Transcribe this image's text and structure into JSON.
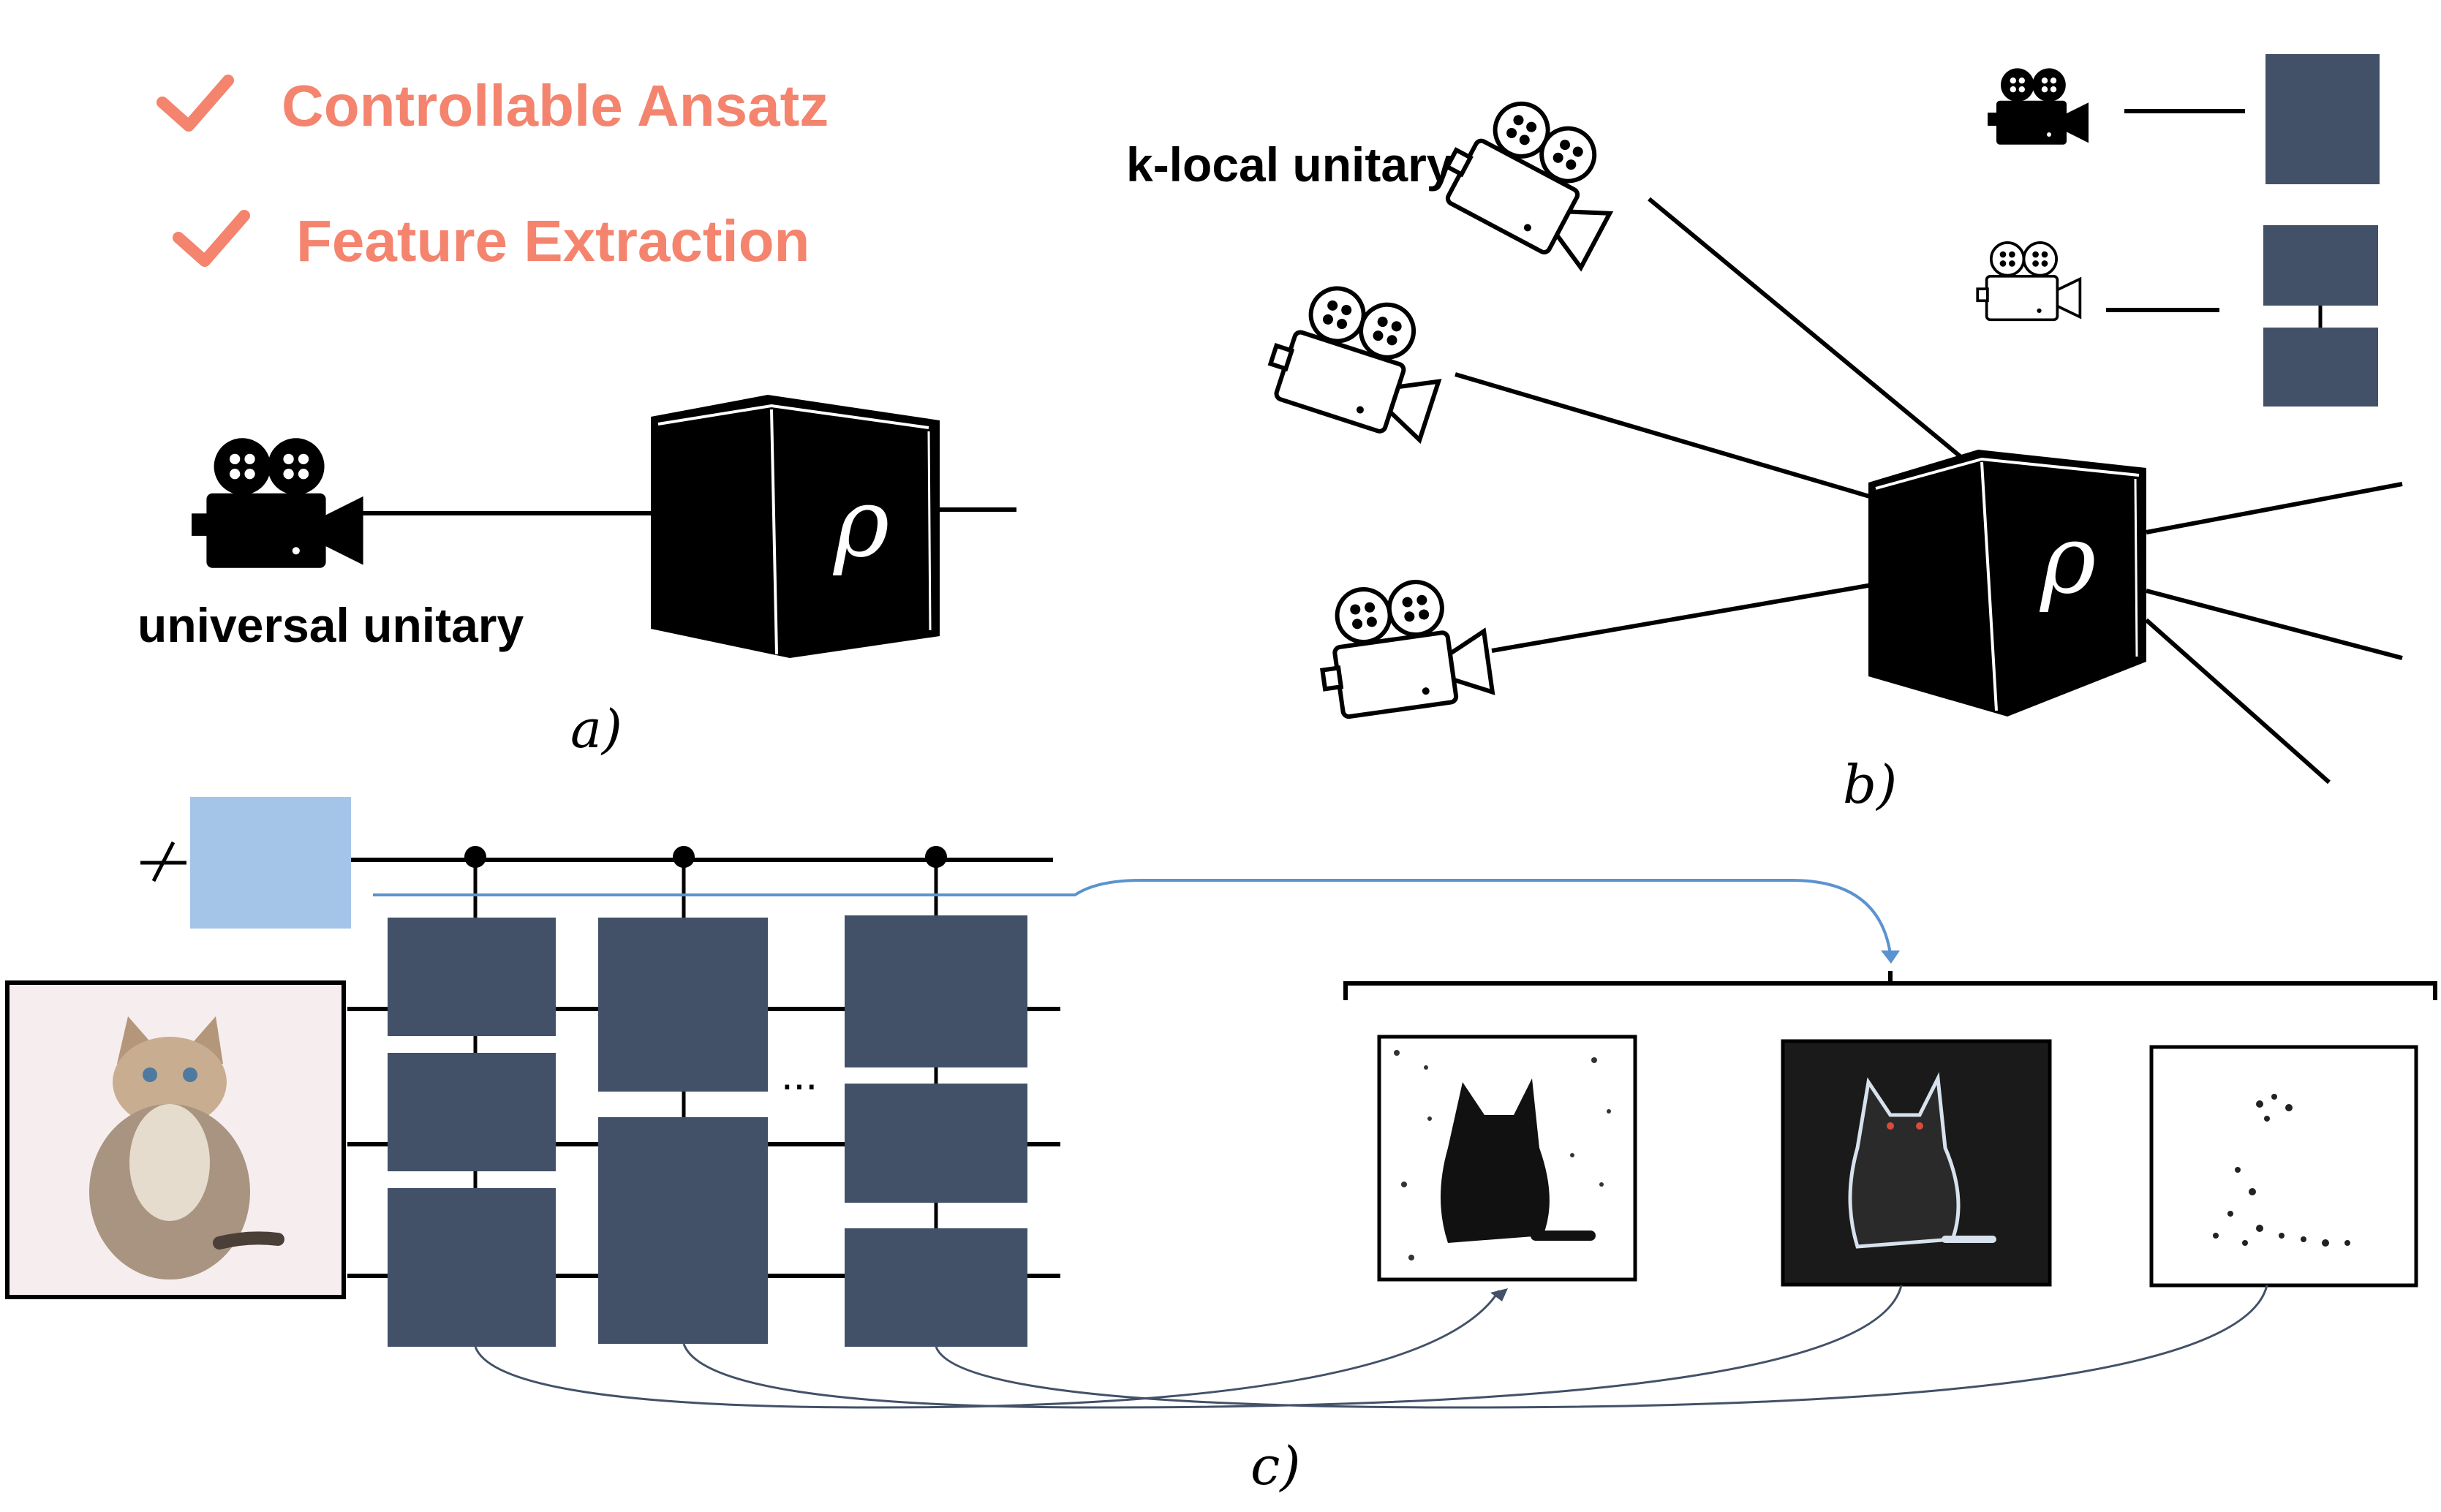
{
  "checklist": [
    {
      "icon": "checkmark-icon",
      "text": "Controllable Ansatz"
    },
    {
      "icon": "checkmark-icon",
      "text": "Feature Extraction"
    }
  ],
  "panel_a": {
    "caption": "a)",
    "camera_label": "universal unitary",
    "cube_symbol": "ρ"
  },
  "panel_b": {
    "caption": "b)",
    "camera_label": "k-local unitary",
    "cube_symbol": "ρ"
  },
  "panel_c": {
    "caption": "c)",
    "ellipsis": "...",
    "input_image": "cat-photo",
    "feature_maps": [
      "feature-map-1",
      "feature-map-2",
      "feature-map-3"
    ]
  },
  "colors": {
    "accent": "#f4846e",
    "gate": "#435168",
    "ancilla": "#a5c5e8",
    "arrow": "#5b93cf",
    "line": "#000000"
  }
}
